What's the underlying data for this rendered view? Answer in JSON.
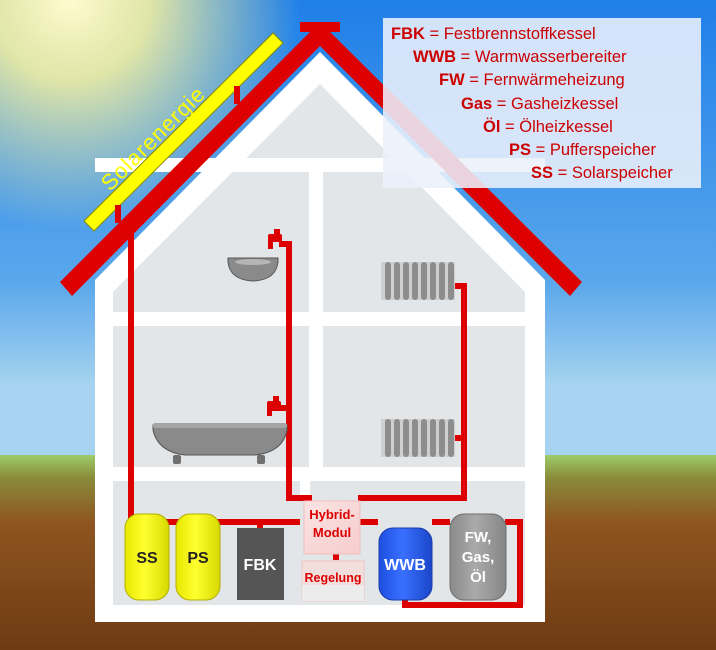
{
  "legend": [
    {
      "abbr": "FBK",
      "meaning": "Festbrennstoffkessel"
    },
    {
      "abbr": "WWB",
      "meaning": "Warmwasserbereiter"
    },
    {
      "abbr": "FW",
      "meaning": "Fernwärmeheizung"
    },
    {
      "abbr": "Gas",
      "meaning": "Gasheizkessel"
    },
    {
      "abbr": "Öl",
      "meaning": "Ölheizkessel"
    },
    {
      "abbr": "PS",
      "meaning": "Pufferspeicher"
    },
    {
      "abbr": "SS",
      "meaning": "Solarspeicher"
    }
  ],
  "legend_separator": "=",
  "solar_label": "Solarenergie",
  "components": {
    "ss": "SS",
    "ps": "PS",
    "fbk": "FBK",
    "hybrid_line1": "Hybrid-",
    "hybrid_line2": "Modul",
    "regelung": "Regelung",
    "wwb": "WWB",
    "fw_line1": "FW,",
    "fw_line2": "Gas,",
    "fw_line3": "Öl"
  },
  "colors": {
    "pipe": "#dd0000",
    "roof": "#dd0000",
    "wall": "#ffffff",
    "interior": "#e3e6e9",
    "solar_panel": "#ffff00",
    "solar_text": "#ffff00",
    "storage_yellow": "#ffff00",
    "fbk": "#555555",
    "wwb": "#2a5cf0",
    "fw_gas_oil": "#999999",
    "ground": "#8a4f1c",
    "sky": "#3a8fe0",
    "legend_text": "#cc0000"
  }
}
